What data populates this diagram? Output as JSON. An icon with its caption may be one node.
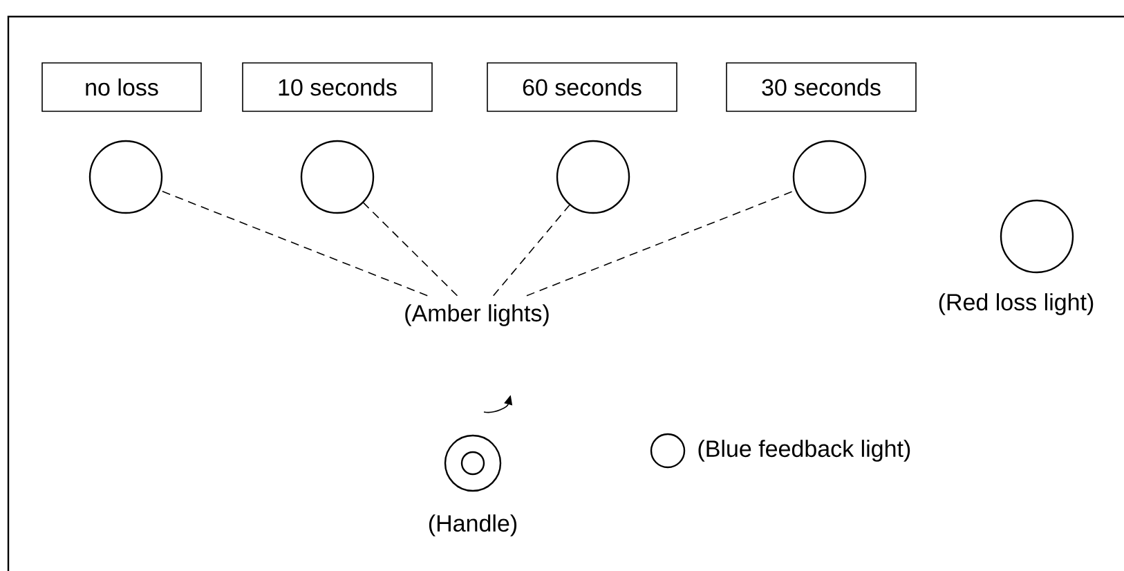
{
  "diagram": {
    "nodes": [
      {
        "text": [
          "no loss"
        ]
      },
      {
        "text": [
          "10 seconds"
        ]
      },
      {
        "text": [
          "60 seconds"
        ]
      },
      {
        "text": [
          "30 seconds"
        ]
      },
      {
        "text": [],
        "shape": "circle"
      },
      {
        "text": [],
        "shape": "circle"
      },
      {
        "text": [],
        "shape": "circle"
      },
      {
        "text": [],
        "shape": "circle"
      },
      {
        "text": [
          "(Amber lights)"
        ]
      },
      {
        "text": [],
        "shape": "circle",
        "beside": [
          "(Red loss light)"
        ]
      },
      {
        "text": [],
        "shape": "circle",
        "beside": [
          "(Handle)"
        ]
      },
      {
        "text": [],
        "shape": "circle",
        "beside": [
          "(Blue feedback light)"
        ]
      }
    ],
    "edges": [
      {
        "from": 8,
        "to": 4,
        "arrow": "none",
        "style": "dashed"
      },
      {
        "from": 8,
        "to": 5,
        "arrow": "none",
        "style": "dashed"
      },
      {
        "from": 8,
        "to": 6,
        "arrow": "none",
        "style": "dashed"
      },
      {
        "from": 8,
        "to": 7,
        "arrow": "none",
        "style": "dashed"
      }
    ]
  }
}
